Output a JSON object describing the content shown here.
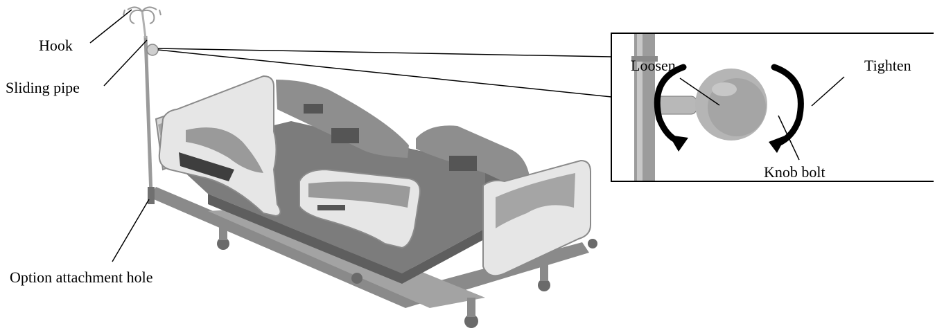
{
  "labels": {
    "hook": "Hook",
    "sliding_pipe": "Sliding pipe",
    "option_attachment_hole": "Option attachment hole",
    "loosen": "Loosen",
    "tighten": "Tighten",
    "knob_bolt": "Knob bolt"
  },
  "colors": {
    "line": "#000000",
    "bed_frame": "#9a9a9a",
    "rail_light": "#e6e6e6",
    "rail_grey": "#8e8e8e",
    "mattress": "#7a7a7a",
    "pole": "#b5b5b5"
  }
}
